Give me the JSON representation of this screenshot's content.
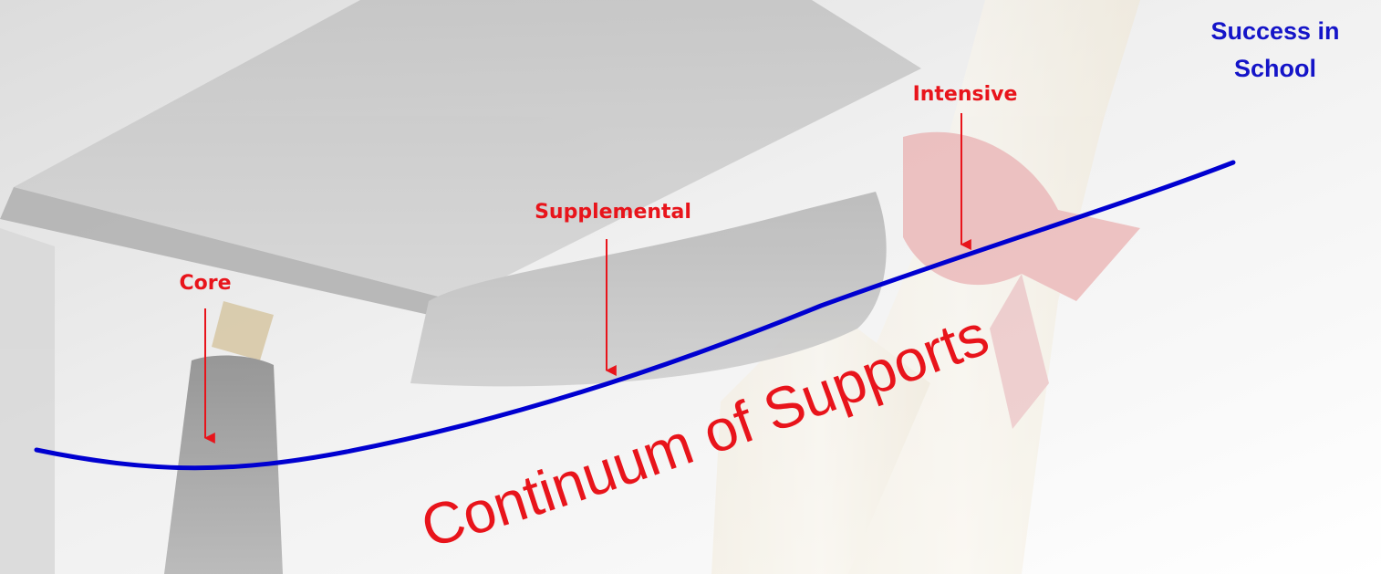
{
  "diagram": {
    "goal": {
      "line1": "Success in",
      "line2": "School"
    },
    "tiers": [
      {
        "label": "Core"
      },
      {
        "label": "Supplemental"
      },
      {
        "label": "Intensive"
      }
    ],
    "curve_caption": "Continuum of Supports",
    "background": {
      "icons": [
        "graduation-cap-icon",
        "diploma-scroll-icon"
      ]
    },
    "colors": {
      "curve": "#0000d0",
      "tier_label": "#e8141b",
      "caption": "#e8141b",
      "goal_label": "#1414c8"
    }
  }
}
